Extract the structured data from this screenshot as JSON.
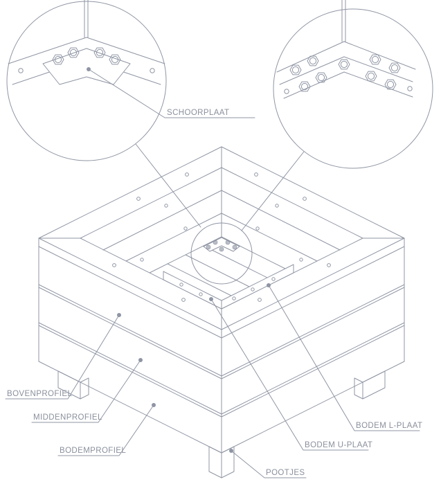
{
  "colors": {
    "line": "#8f95a3",
    "text": "#8a8f9c",
    "background": "#ffffff"
  },
  "labels": {
    "schoorplaat": "SCHOORPLAAT",
    "bovenprofiel": "BOVENPROFIEL",
    "middenprofiel": "MIDDENPROFIEL",
    "bodemprofiel": "BODEMPROFIEL",
    "bodem_l_plaat": "BODEM L-PLAAT",
    "bodem_u_plaat": "BODEM U-PLAAT",
    "pootjes": "POOTJES"
  }
}
